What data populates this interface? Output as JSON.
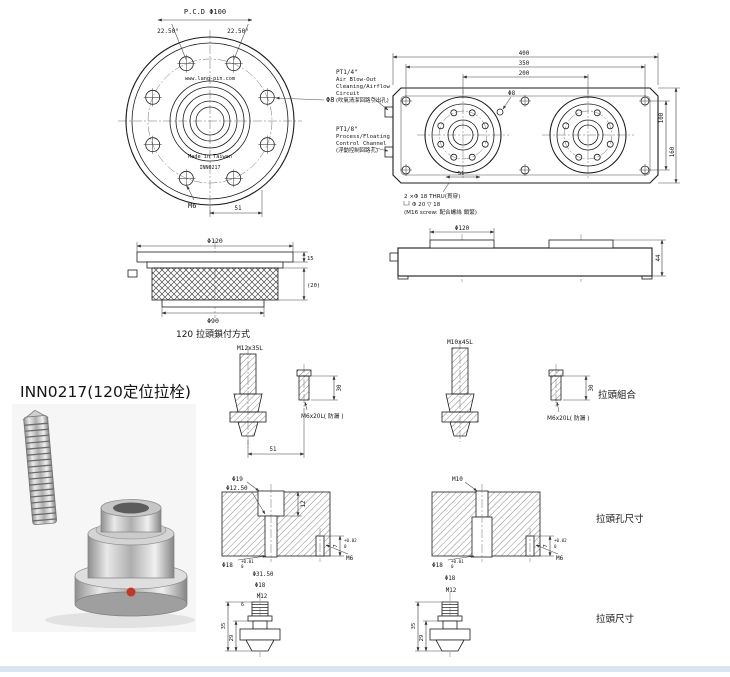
{
  "page": {
    "title": "INN0217(120定位拉栓)"
  },
  "colors": {
    "line": "#1b1b1b",
    "red_dot": "#c2372c",
    "photo_bg": "#f6f6f6",
    "footer_strip": "#d9e6f2"
  },
  "flange": {
    "pcd": "P.C.D Φ100",
    "angle_left": "22.50°",
    "angle_right": "22.50°",
    "brand": "www.lang-pin.com",
    "made_in": "Made in Taiwan",
    "model": "INN0217",
    "m6": "M6",
    "dim_51": "51",
    "dia_8": "Φ8"
  },
  "plate": {
    "dim_400": "400",
    "dim_350": "350",
    "dim_200": "200",
    "dim_100": "100",
    "dim_160": "160",
    "dim_51": "51",
    "dia_8": "Φ8",
    "pt14": [
      "PT1/4\"",
      "Air Blow-Out",
      "Cleaning/Airflow",
      "Circuit",
      "(吹氣清潔回路引出孔)"
    ],
    "pt18": [
      "PT1/8\"",
      "Process/Floating",
      "Control Channel",
      "(浮動控制回路孔)"
    ],
    "notes": [
      "2 ×Φ 18 THRU(貫穿)",
      "Φ 20 ▽ 18",
      "(M16 screw: 配合螺絲 鎖緊)"
    ]
  },
  "side_chuck": {
    "dia_120": "Φ120",
    "dim_15": "15",
    "dim_20": "(20)",
    "dia_90": "Φ90",
    "caption": "120 拉頭鎖付方式"
  },
  "side_plate": {
    "dia_120": "Φ120",
    "dim_44": "44"
  },
  "assembly": {
    "stud_left": "M12x35L",
    "stud_right": "M10x45L",
    "screw_left": "M6x20L( 防漏 )",
    "screw_right": "M6x20L( 防漏 )",
    "dim_30_left": "30",
    "dim_30_right": "30",
    "dim_51": "51",
    "caption": "拉頭組合"
  },
  "holes": {
    "dia_19": "Φ19",
    "dia_12_50": "Φ12.50",
    "dim_12": "12",
    "dia_18_left": "Φ18",
    "tol_plus": "+0.01",
    "tol_zero": "0",
    "dim_7_left": "7",
    "tol7_plus": "+0.02",
    "tol7_zero": "0",
    "m6_left": "M6",
    "m10": "M10",
    "dia_18_right": "Φ18",
    "dim_7_right": "7",
    "m6_right": "M6",
    "caption": "拉頭孔尺寸"
  },
  "stud_dims": {
    "dia_31_50": "Φ31.50",
    "dia_18_left": "Φ18",
    "m12_left": "M12",
    "dim_6": "6",
    "dim_35_left": "35",
    "dim_29_left": "29",
    "dia_18_right": "Φ18",
    "m12_right": "M12",
    "dim_35_right": "35",
    "dim_29_right": "29",
    "caption": "拉頭尺寸"
  }
}
